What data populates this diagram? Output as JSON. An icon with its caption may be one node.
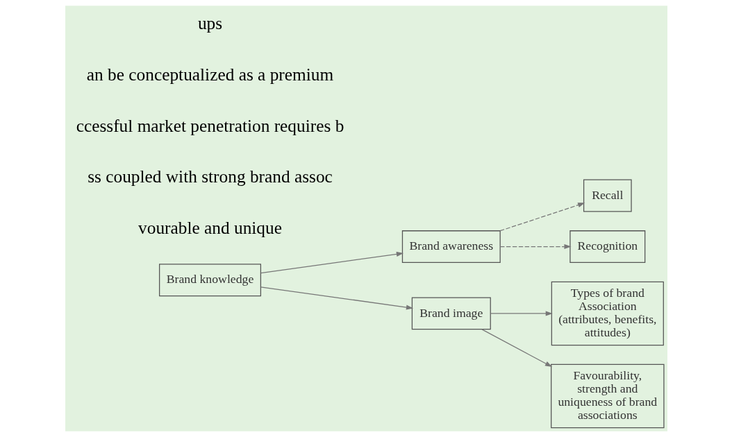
{
  "diagram": {
    "nodes": [
      {
        "text": [
          "Brand knowledge"
        ]
      },
      {
        "text": [
          "Brand awareness"
        ]
      },
      {
        "text": [
          "Brand image"
        ]
      },
      {
        "text": [
          "Recall"
        ]
      },
      {
        "text": [
          "Recognition"
        ]
      },
      {
        "text": [
          "Types of brand Association (attributes, benefits, attitudes)"
        ]
      },
      {
        "text": [
          "Favourability, strength and uniqueness of brand associations"
        ]
      }
    ],
    "edges": [
      {
        "from": 0,
        "to": 1,
        "arrow": "to"
      },
      {
        "from": 0,
        "to": 2,
        "arrow": "to"
      },
      {
        "from": 1,
        "to": 3,
        "arrow": "to",
        "style": "dashed"
      },
      {
        "from": 1,
        "to": 4,
        "arrow": "to",
        "style": "dashed"
      },
      {
        "from": 2,
        "to": 5,
        "arrow": "to"
      },
      {
        "from": 2,
        "to": 6,
        "arrow": "to"
      }
    ],
    "labels": [
      "ups",
      "an be conceptualized as a premium",
      "ccessful market penetration requires b",
      "ss coupled with strong brand assoc",
      "vourable and unique"
    ]
  }
}
